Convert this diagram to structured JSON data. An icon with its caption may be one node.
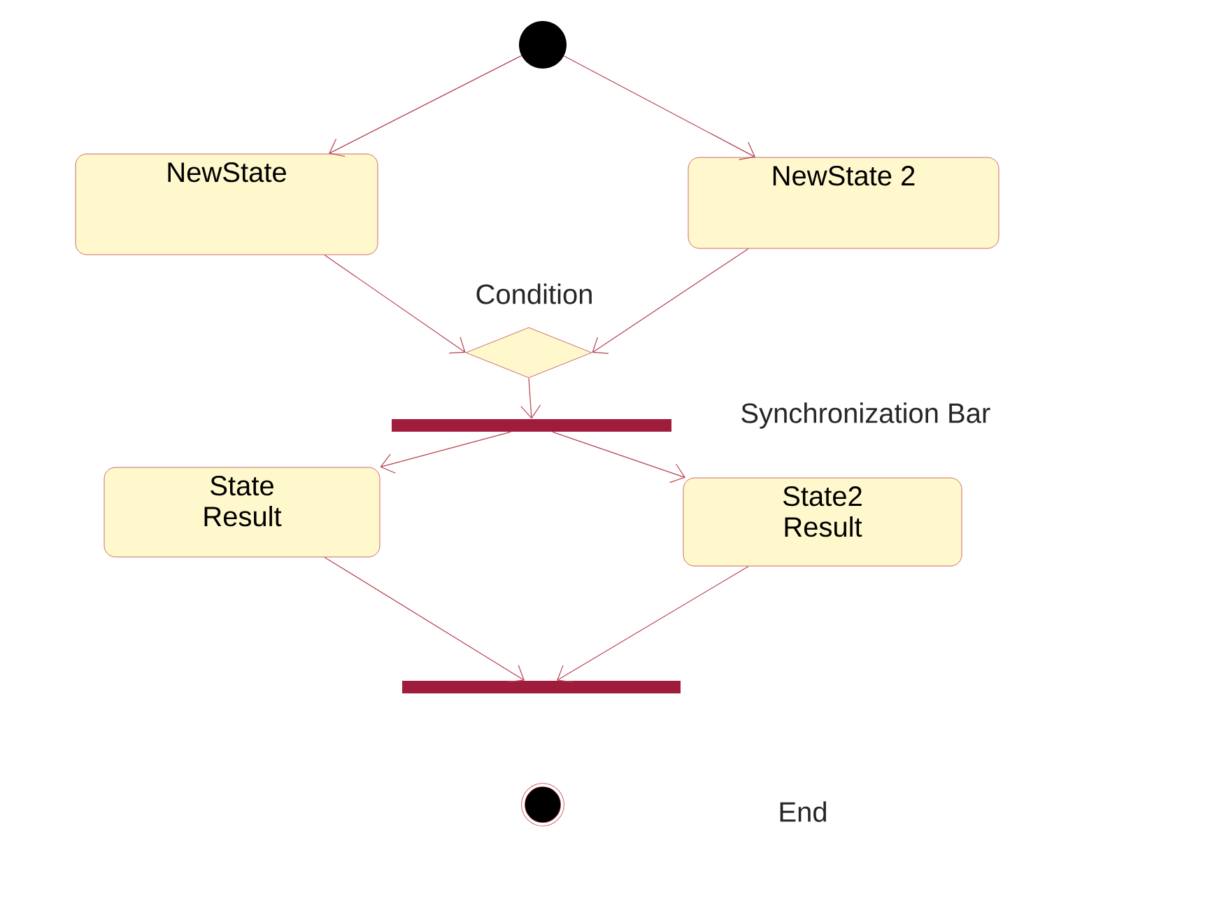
{
  "diagram": {
    "nodes": [
      {
        "text": [],
        "shape": "circle"
      },
      {
        "text": [
          "NewState"
        ]
      },
      {
        "text": [
          "NewState 2"
        ]
      },
      {
        "text": [],
        "shape": "diamond",
        "beside": [
          "Condition"
        ]
      },
      {
        "text": [],
        "shape": "bar",
        "beside": [
          "Synchronization Bar"
        ]
      },
      {
        "text": [
          "State Result"
        ]
      },
      {
        "text": [
          "State2 Result"
        ]
      },
      {
        "text": [],
        "shape": "bar"
      },
      {
        "text": [],
        "shape": "circle"
      }
    ],
    "labels": [
      "End"
    ],
    "edges": [
      {
        "from": 0,
        "to": 1,
        "arrow": "to"
      },
      {
        "from": 0,
        "to": 2,
        "arrow": "to"
      },
      {
        "from": 1,
        "to": 3,
        "arrow": "to"
      },
      {
        "from": 2,
        "to": 3,
        "arrow": "to"
      },
      {
        "from": 3,
        "to": 4,
        "arrow": "to"
      },
      {
        "from": 4,
        "to": 5,
        "arrow": "to"
      },
      {
        "from": 4,
        "to": 6,
        "arrow": "to"
      },
      {
        "from": 5,
        "to": 7,
        "arrow": "to"
      },
      {
        "from": 6,
        "to": 7,
        "arrow": "to"
      }
    ]
  }
}
